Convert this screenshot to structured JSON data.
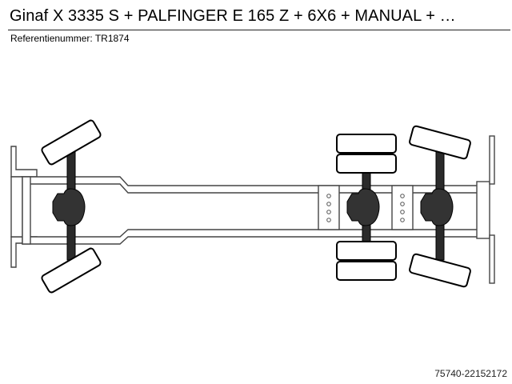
{
  "header": {
    "title": "Ginaf X 3335 S + PALFINGER E 165 Z + 6X6 + MANUAL + …",
    "reference": "Referentienummer: TR1874"
  },
  "footer": {
    "listing_id": "75740-22152172"
  },
  "diagram": {
    "axle_config": "6x6",
    "axles": [
      {
        "name": "front-axle",
        "tyres": "single",
        "steered": true
      },
      {
        "name": "rear-axle-1",
        "tyres": "dual",
        "steered": false
      },
      {
        "name": "rear-axle-2",
        "tyres": "single",
        "steered": true
      }
    ]
  }
}
